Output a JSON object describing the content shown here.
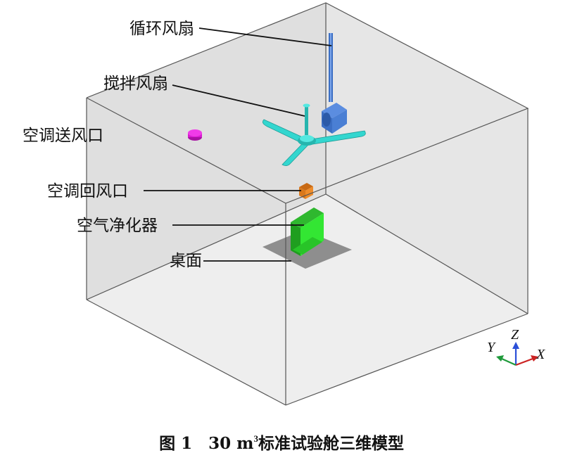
{
  "labels": {
    "circulation_fan": "循环风扇",
    "stirring_fan": "搅拌风扇",
    "ac_supply": "空调送风口",
    "ac_return": "空调回风口",
    "air_purifier": "空气净化器",
    "desk": "桌面"
  },
  "axes": {
    "x": "X",
    "y": "Y",
    "z": "Z"
  },
  "caption": {
    "prefix": "图 1　30 m",
    "sup": "3",
    "suffix": "标准试验舱三维模型"
  },
  "colors": {
    "wall": "#d8d8d8",
    "floor": "#ebebeb",
    "circulation_fan": "#4a7fd4",
    "stirring_fan": "#33d6cf",
    "ac_supply": "#d81ad0",
    "ac_return": "#ee8c2a",
    "air_purifier": "#33e633",
    "desk": "#8e8e8e",
    "axis_x": "#cc2222",
    "axis_y": "#1f9a3b",
    "axis_z": "#2a4fd8"
  }
}
